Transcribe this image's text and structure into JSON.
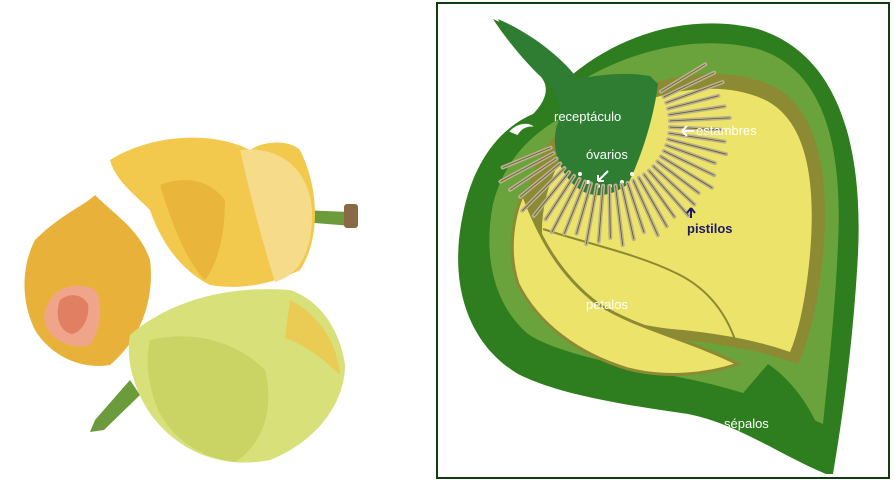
{
  "diagram": {
    "labels": {
      "receptaculo": "receptáculo",
      "ovarios": "óvarios",
      "estambres": "estambres",
      "pistilos": "pistilos",
      "petalos": "petalos",
      "sepalos": "sépalos"
    }
  },
  "colors": {
    "sepal_dark": "#2e7d1e",
    "sepal_light": "#6aa33b",
    "petal_yellow": "#ece36a",
    "petal_olive": "#8c8a33",
    "receptacle_green": "#2e7d32",
    "stamen_tan": "#bdb18c",
    "photo_yellow": "#f2c94c",
    "photo_green_yellow": "#d8e07a"
  }
}
